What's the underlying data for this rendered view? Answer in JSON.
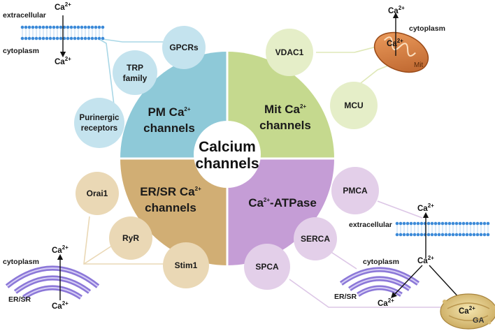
{
  "center": {
    "line1": "Calcium",
    "line2": "channels"
  },
  "quadrants": {
    "pm": {
      "line1": "PM Ca",
      "sup": "2+",
      "line2": "channels",
      "color": "#8ec9d8"
    },
    "mit": {
      "line1": "Mit Ca",
      "sup": "2+",
      "line2": "channels",
      "color": "#c5d98e"
    },
    "er": {
      "line1": "ER/SR Ca",
      "sup": "2+",
      "line2": "channels",
      "color": "#d1ae74"
    },
    "atp": {
      "pre": "Ca",
      "sup": "2+",
      "post": "-ATPase",
      "color": "#c59dd6"
    }
  },
  "bubbles": {
    "gpcrs": "GPCRs",
    "trp_line1": "TRP",
    "trp_line2": "family",
    "purinergic_line1": "Purinergic",
    "purinergic_line2": "receptors",
    "vdac1": "VDAC1",
    "mcu": "MCU",
    "orai1": "Orai1",
    "ryr": "RyR",
    "stim1": "Stim1",
    "pmca": "PMCA",
    "serca": "SERCA",
    "spca": "SPCA"
  },
  "ions": {
    "ca": "Ca",
    "charge": "2+"
  },
  "labels": {
    "extracellular": "extracellular",
    "cytoplasm": "cytoplasm",
    "mit": "Mit",
    "er_sr": "ER/SR",
    "ga": "GA"
  },
  "colors": {
    "blue_bubble": "#c4e3ee",
    "green_bubble": "#e5eec8",
    "tan_bubble": "#ead8b5",
    "purple_bubble": "#e3cfe9",
    "membrane": "#3c8ad8",
    "mito": "#d9854a",
    "er": "#8c78d8"
  }
}
